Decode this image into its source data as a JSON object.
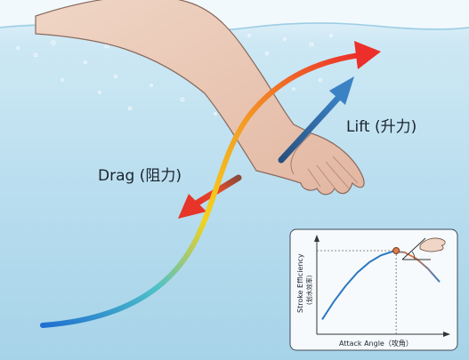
{
  "labels": {
    "lift": "Lift (升力)",
    "drag": "Drag (阻力)"
  },
  "chart_data": {
    "type": "line",
    "title": "",
    "xlabel": "Attack Angle（攻角）",
    "ylabel": "Stroke Efficiency",
    "ylabel_sub": "(划水效率)",
    "x": [
      0,
      1,
      2,
      3,
      4,
      5,
      6,
      7,
      8,
      9,
      10
    ],
    "values": [
      0.12,
      0.35,
      0.55,
      0.72,
      0.85,
      0.94,
      0.99,
      0.98,
      0.9,
      0.77,
      0.6
    ],
    "xlim": [
      0,
      10
    ],
    "ylim": [
      0,
      1.15
    ],
    "peak": {
      "x": 6.3,
      "y": 1.0
    },
    "grid": false,
    "legend": "none"
  },
  "colors": {
    "water": "#bfe1f1",
    "surface": "#e8f4fb",
    "lift_arrow": "#2f6fa8",
    "drag_arrow_red": "#e23b2b",
    "curve_blue": "#2b78c0",
    "curve_orange": "#e8743a",
    "peak_dot": "#e07a4a"
  },
  "icons": [
    "hand-icon",
    "angle-icon"
  ]
}
